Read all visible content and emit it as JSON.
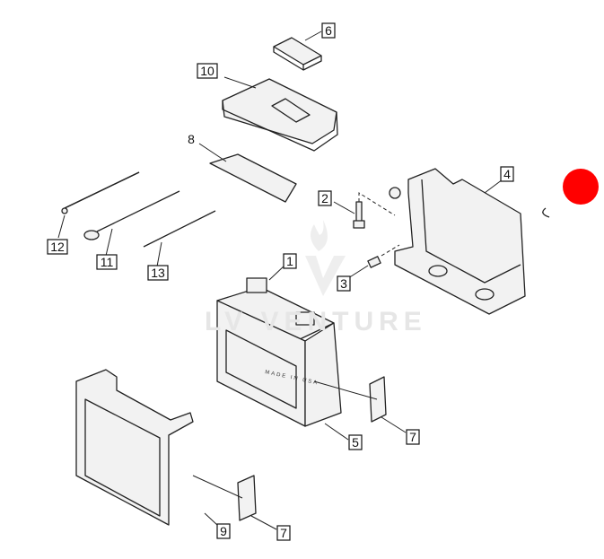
{
  "diagram": {
    "labels": {
      "l1": "1",
      "l2": "2",
      "l3": "3",
      "l4": "4",
      "l5": "5",
      "l6": "6",
      "l7a": "7",
      "l7b": "7",
      "l8": "8",
      "l9": "9",
      "l10": "10",
      "l11": "11",
      "l12": "12",
      "l13": "13"
    },
    "battery_text": "MADE IN USA",
    "watermark": "LV VENTURE",
    "marker_color": "#ff0000"
  }
}
